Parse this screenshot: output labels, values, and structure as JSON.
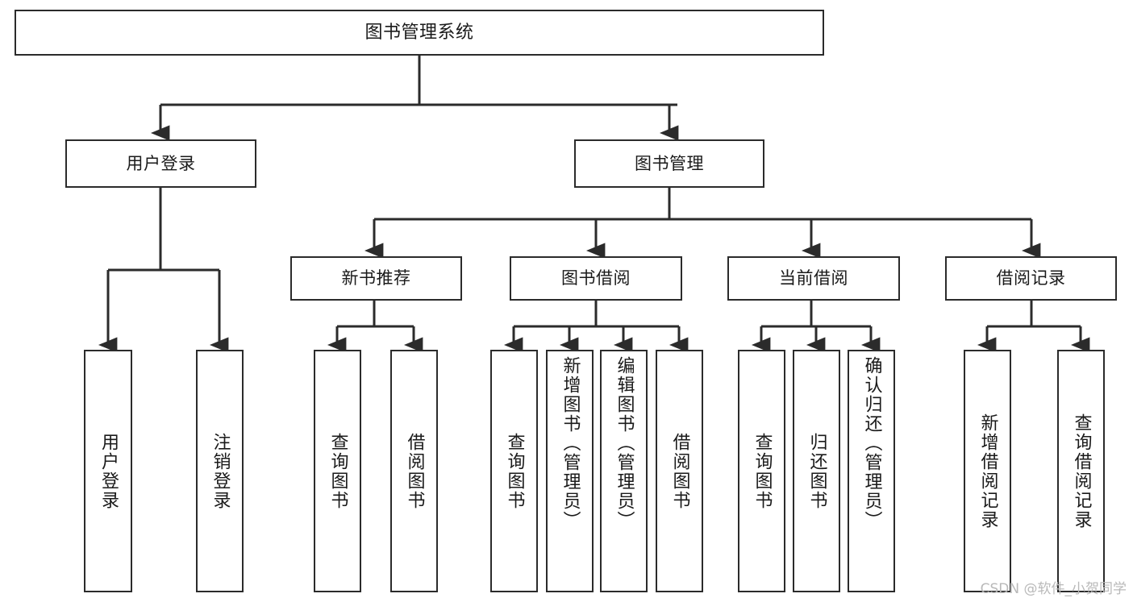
{
  "diagram": {
    "title": "图书管理系统",
    "watermark": "CSDN @软件_小贺同学",
    "line_color": "#2b2b2b",
    "text_color": "#1a1a1a",
    "background": "#ffffff"
  },
  "nodes": {
    "root": {
      "label": "图书管理系统"
    },
    "level2": [
      {
        "id": "user-login",
        "label": "用户登录"
      },
      {
        "id": "book-management",
        "label": "图书管理"
      }
    ],
    "level3": [
      {
        "id": "new-book-recommend",
        "label": "新书推荐"
      },
      {
        "id": "book-borrow",
        "label": "图书借阅"
      },
      {
        "id": "current-borrow",
        "label": "当前借阅"
      },
      {
        "id": "borrow-record",
        "label": "借阅记录"
      }
    ],
    "leaves": [
      {
        "id": "leaf-user-login",
        "label": "用户登录"
      },
      {
        "id": "leaf-logout",
        "label": "注销登录"
      },
      {
        "id": "leaf-query-book-1",
        "label": "查询图书"
      },
      {
        "id": "leaf-borrow-book-1",
        "label": "借阅图书"
      },
      {
        "id": "leaf-query-book-2",
        "label": "查询图书"
      },
      {
        "id": "leaf-add-book",
        "label": "新增图书（管理员）"
      },
      {
        "id": "leaf-edit-book",
        "label": "编辑图书（管理员）"
      },
      {
        "id": "leaf-borrow-book-2",
        "label": "借阅图书"
      },
      {
        "id": "leaf-query-book-3",
        "label": "查询图书"
      },
      {
        "id": "leaf-return-book",
        "label": "归还图书"
      },
      {
        "id": "leaf-confirm-return",
        "label": "确认归还（管理员）"
      },
      {
        "id": "leaf-add-record",
        "label": "新增借阅记录"
      },
      {
        "id": "leaf-query-record",
        "label": "查询借阅记录"
      }
    ]
  }
}
